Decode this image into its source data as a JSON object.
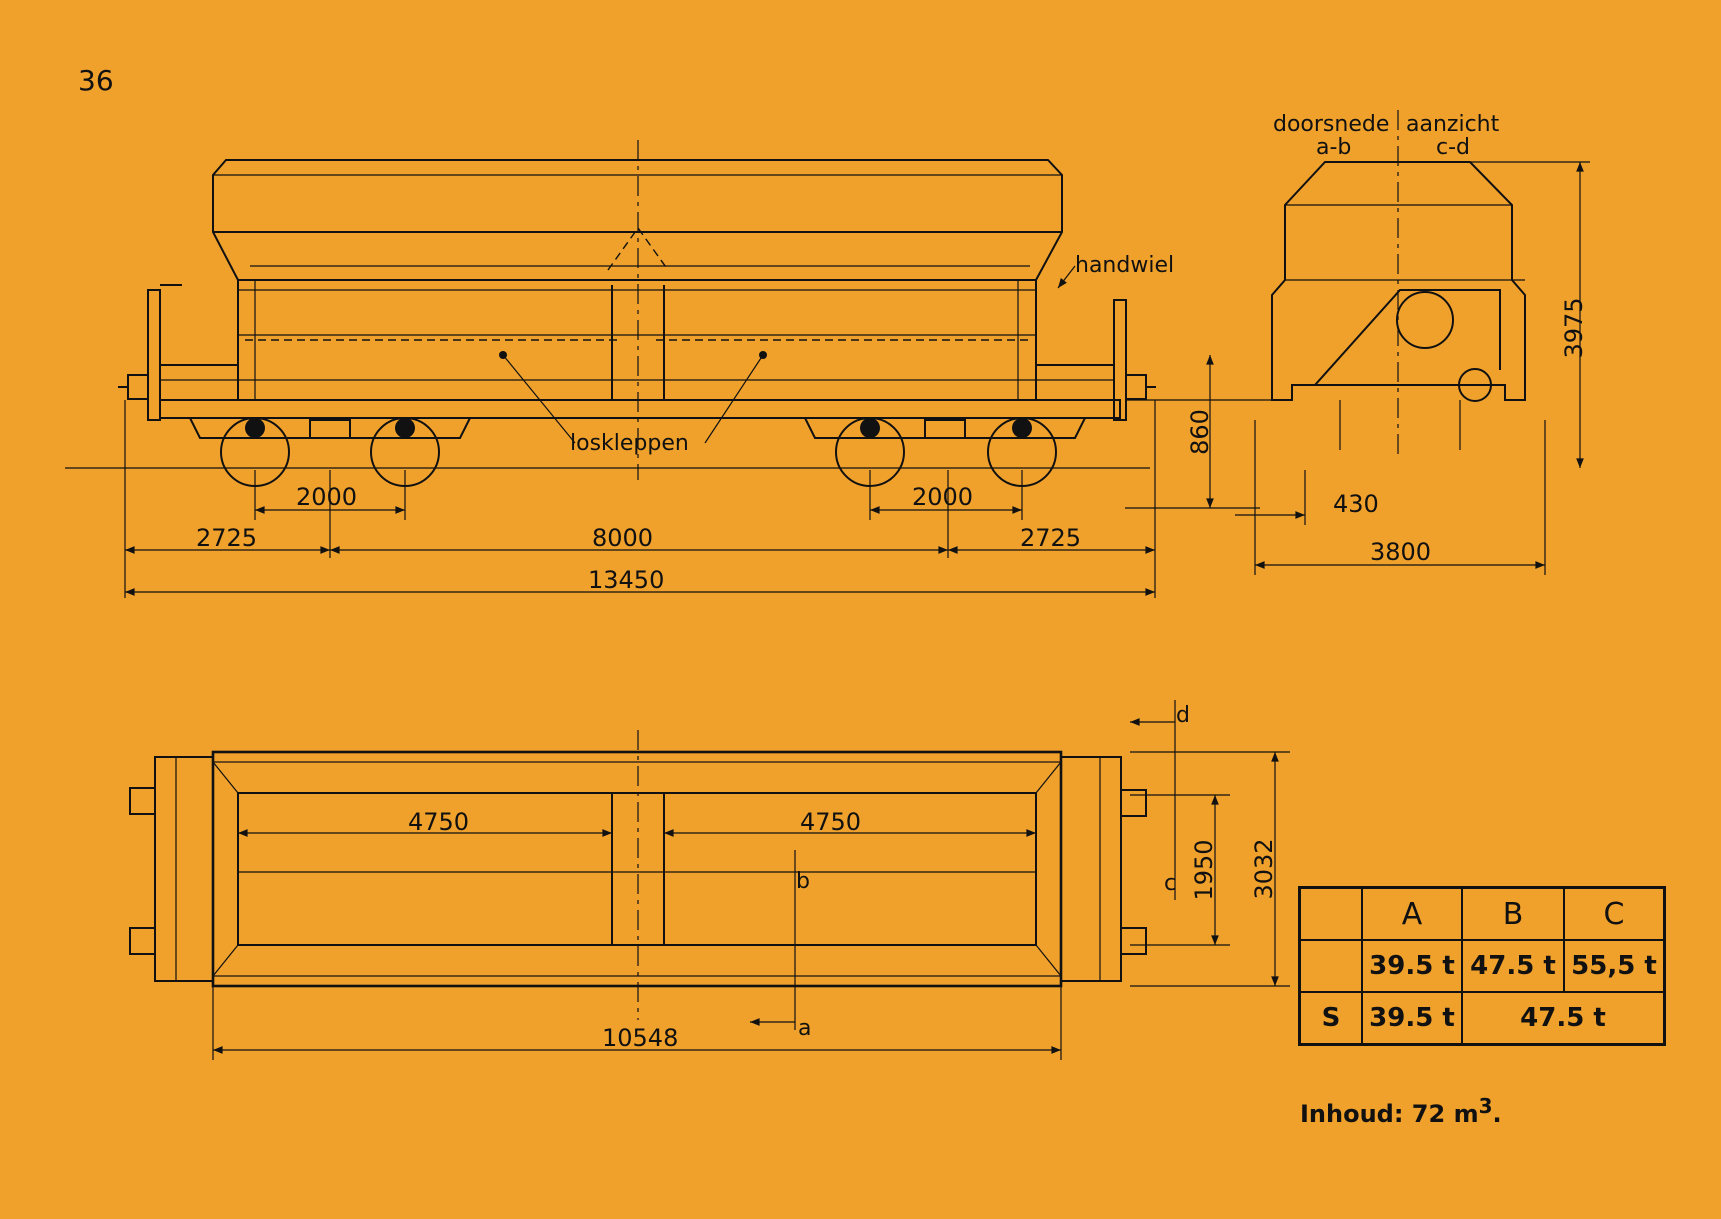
{
  "page_number": "36",
  "labels": {
    "doorsnede": "doorsnede",
    "doorsnede_sub": "a-b",
    "aanzicht": "aanzicht",
    "aanzicht_sub": "c-d",
    "handwiel": "handwiel",
    "loskleppen": "loskleppen",
    "mark_a": "a",
    "mark_b": "b",
    "mark_c": "c",
    "mark_d": "d"
  },
  "dimensions": {
    "side": {
      "bogie_wheelbase_left": "2000",
      "bogie_wheelbase_right": "2000",
      "overhang_left": "2725",
      "bogie_centres": "8000",
      "overhang_right": "2725",
      "length_over_buffers": "13450"
    },
    "end": {
      "buffer_height": "860",
      "total_height": "3975",
      "offset": "430",
      "width": "3800"
    },
    "plan": {
      "hopper_left": "4750",
      "hopper_right": "4750",
      "buffer_spacing": "1950",
      "overall_width": "3032",
      "body_length": "10548"
    }
  },
  "load_table": {
    "headers": [
      "A",
      "B",
      "C"
    ],
    "row1": [
      "39.5 t",
      "47.5 t",
      "55,5 t"
    ],
    "row2_label": "S",
    "row2": [
      "39.5 t",
      "47.5 t"
    ]
  },
  "capacity": {
    "label": "Inhoud: 72 m",
    "superscript": "3",
    "period": "."
  },
  "colors": {
    "paper": "#f0a12c",
    "ink": "#111111"
  }
}
